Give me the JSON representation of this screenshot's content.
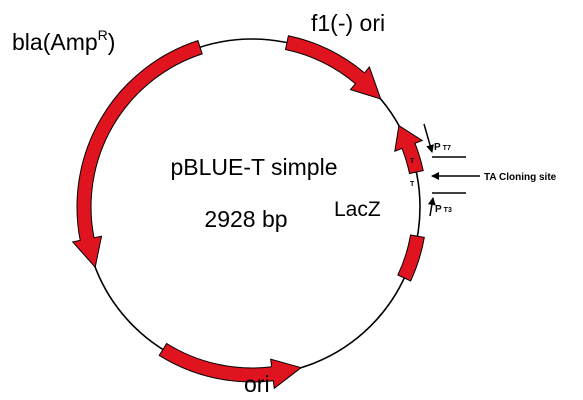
{
  "plasmid": {
    "name": "pBLUE-T simple",
    "size": "2928 bp"
  },
  "features": {
    "bla": {
      "prefix": "bla(Amp",
      "superscript": "R",
      "suffix": ")"
    },
    "f1_ori": "f1(-) ori",
    "ori": "ori",
    "lacz": "LacZ"
  },
  "cloning_site": {
    "label": "TA Cloning site",
    "t_upper": "T",
    "t_lower": "T"
  },
  "promoters": {
    "t7": {
      "p": "P",
      "sub": "T7"
    },
    "t3": {
      "p": "P",
      "sub": "T3"
    }
  },
  "colors": {
    "feature_fill": "#e0141e",
    "outline": "#000000",
    "background": "#ffffff"
  }
}
